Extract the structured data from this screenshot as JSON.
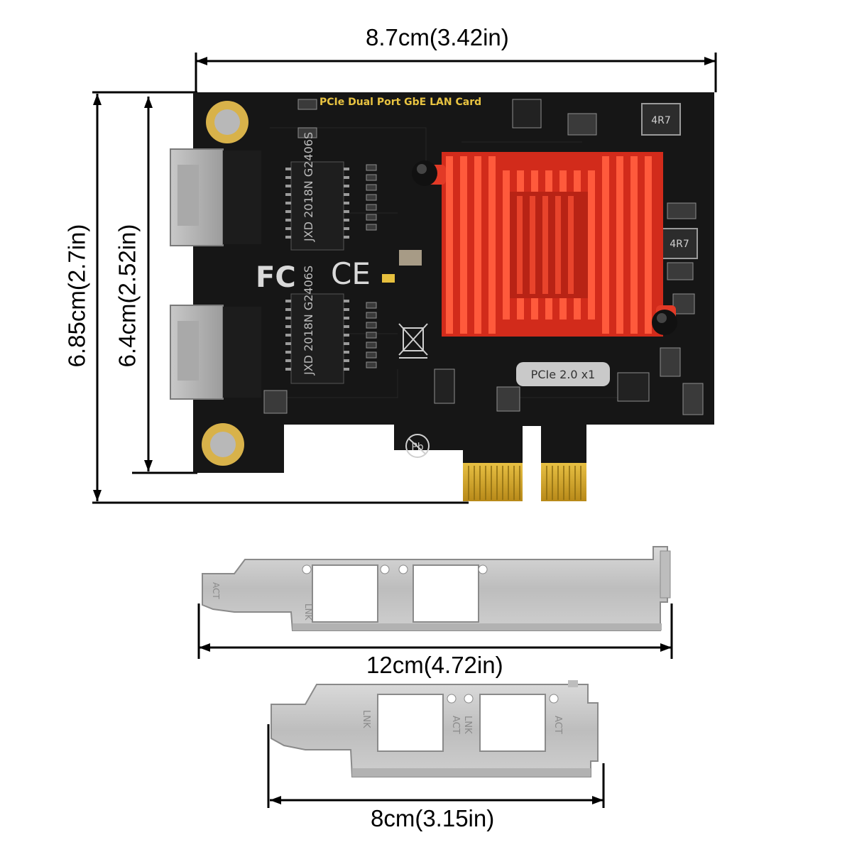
{
  "dimensions": {
    "card_width": "8.7cm(3.42in)",
    "card_height_total": "6.85cm(2.7in)",
    "card_height_board": "6.4cm(2.52in)",
    "full_bracket_width": "12cm(4.72in)",
    "low_bracket_width": "8cm(3.15in)"
  },
  "board": {
    "title": "PCIe Dual Port GbE LAN Card",
    "interface_label": "PCIe 2.0 x1",
    "magnetics_chip_1": "JXD 2018N G2406S",
    "magnetics_chip_2": "JXD 2018N G2406S",
    "inductor_1": "4R7",
    "inductor_2": "4R7",
    "cert_fc": "FC",
    "cert_ce": "CE",
    "heatsink_color": "#e0321f",
    "pcb_color": "#161616"
  },
  "brackets": {
    "full_profile_labels": [
      "LNK",
      "ACT"
    ],
    "low_profile_labels": [
      "LNK",
      "ACT",
      "LNK",
      "ACT"
    ]
  }
}
